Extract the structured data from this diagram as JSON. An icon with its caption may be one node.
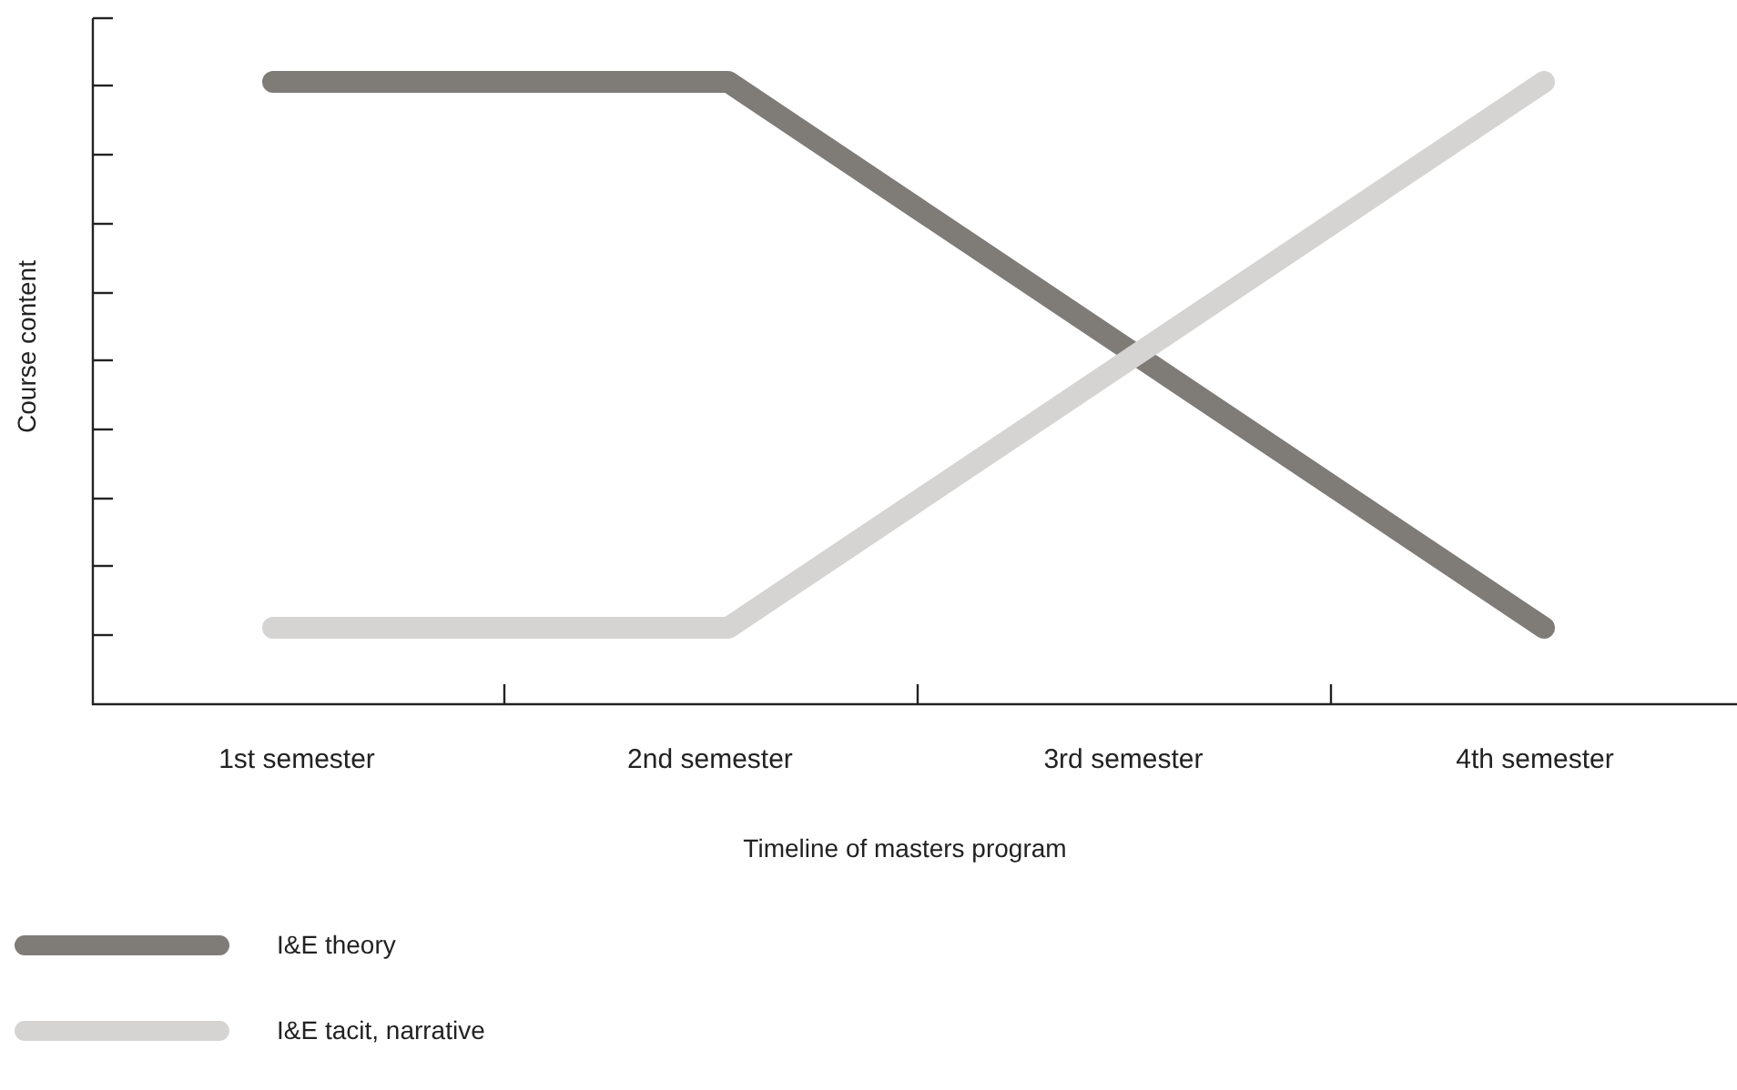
{
  "diagram": {
    "labels": [
      "Course content",
      "1st semester",
      "2nd semester",
      "3rd semester",
      "4th semester",
      "Timeline of masters program"
    ],
    "legend": [
      {
        "text": "I&E theory",
        "color": "#7f7b77"
      },
      {
        "text": "I&E tacit, narrative",
        "color": "#d5d4d2"
      }
    ]
  }
}
